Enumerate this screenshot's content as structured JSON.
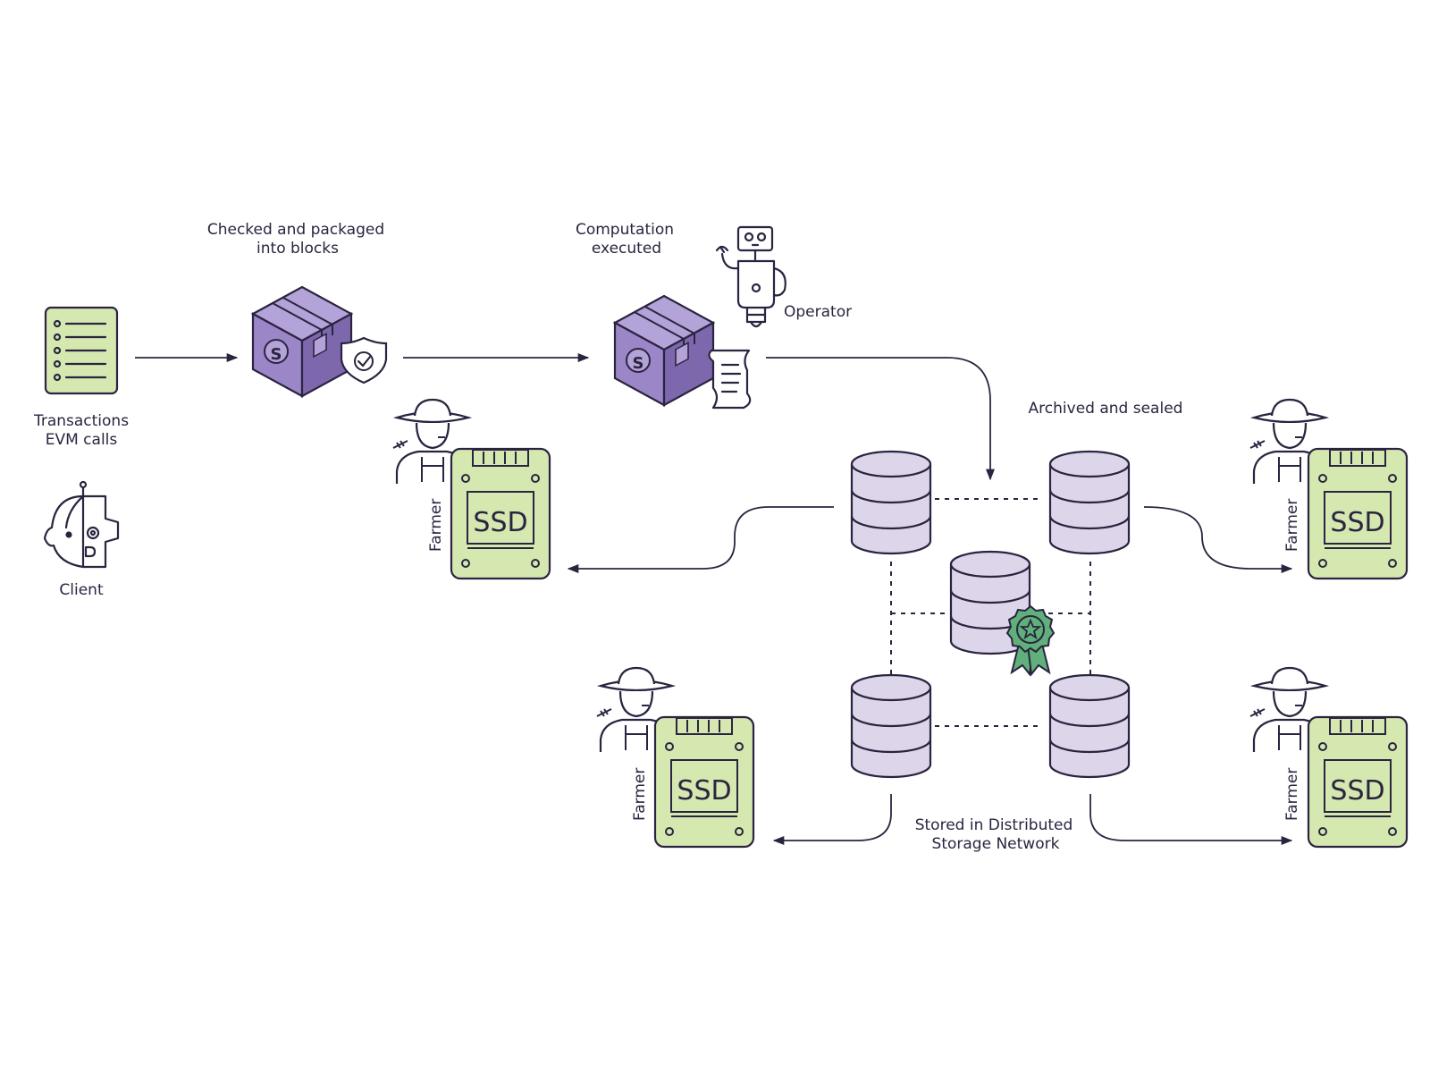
{
  "labels": {
    "transactions_line1": "Transactions",
    "transactions_line2": "EVM calls",
    "client": "Client",
    "checked_line1": "Checked and packaged",
    "checked_line2": "into blocks",
    "computation_line1": "Computation",
    "computation_line2": "executed",
    "operator": "Operator",
    "archived": "Archived and sealed",
    "stored_line1": "Stored in Distributed",
    "stored_line2": "Storage Network",
    "farmer": "Farmer",
    "ssd": "SSD",
    "block_logo": "S"
  },
  "colors": {
    "ink": "#2b2440",
    "green_fill": "#d4e8b0",
    "purple_light": "#9b86c8",
    "purple_dark": "#7d68ad",
    "purple_top": "#b3a3d8",
    "db_fill": "#ddd6ea",
    "badge_green": "#5fb07a"
  },
  "icons": [
    "document-icon",
    "client-icon",
    "block-box-icon",
    "shield-check-icon",
    "robot-operator-icon",
    "scroll-icon",
    "database-icon",
    "award-badge-icon",
    "farmer-icon",
    "ssd-icon"
  ]
}
